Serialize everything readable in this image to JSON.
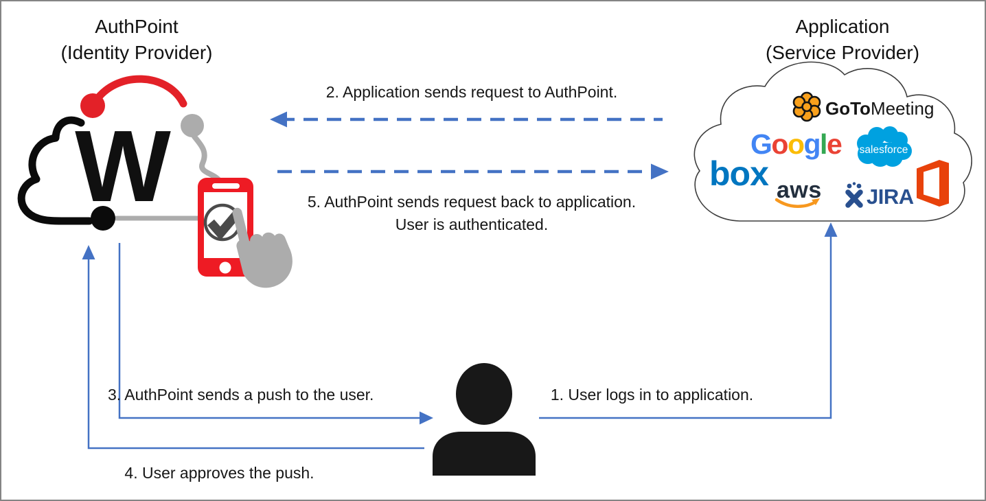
{
  "diagram": {
    "idp": {
      "title": "AuthPoint",
      "subtitle": "(Identity Provider)",
      "logo_letter": "W"
    },
    "sp": {
      "title": "Application",
      "subtitle": "(Service Provider)"
    },
    "steps": {
      "s1": "1. User logs in to application.",
      "s2": "2. Application sends request to AuthPoint.",
      "s3": "3. AuthPoint sends a push to the user.",
      "s4": "4. User approves the push.",
      "s5_line1": "5. AuthPoint sends request back to application.",
      "s5_line2": "User is authenticated."
    },
    "logos": {
      "gotomeeting_bold": "GoTo",
      "gotomeeting_regular": "Meeting",
      "google_letters": [
        "G",
        "o",
        "o",
        "g",
        "l",
        "e"
      ],
      "salesforce": "salesforce",
      "box": "box",
      "aws": "aws",
      "jira": "JIRA"
    },
    "colors": {
      "arrow_blue": "#4472C4",
      "watchguard_red": "#E32128",
      "phone_red": "#EE1B24",
      "logo_gray": "#ACACAC",
      "check_gray": "#4B4B4B",
      "google_blue": "#4285F4",
      "google_red": "#EA4335",
      "google_yellow": "#FBBC05",
      "google_green": "#34A853",
      "salesforce_blue": "#00A1E0",
      "box_blue": "#0076C0",
      "aws_navy": "#232F3E",
      "aws_orange": "#F7981F",
      "jira_navy": "#29508F",
      "office_orange": "#E8420B",
      "gotomeeting_orange": "#F9A01B"
    }
  }
}
